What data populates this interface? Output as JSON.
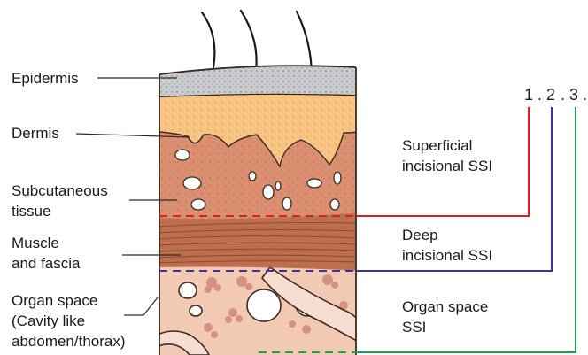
{
  "layer_labels": {
    "epidermis": "Epidermis",
    "dermis": "Dermis",
    "subcutaneous_1": "Subcutaneous",
    "subcutaneous_2": "tissue",
    "muscle_1": "Muscle",
    "muscle_2": "and fascia",
    "organ_1": "Organ space",
    "organ_2": "(Cavity like",
    "organ_3": "abdomen/thorax)"
  },
  "ssi_labels": {
    "superficial_1": "Superficial",
    "superficial_2": "incisional SSI",
    "deep_1": "Deep",
    "deep_2": "incisional SSI",
    "organ_1": "Organ space",
    "organ_2": "SSI"
  },
  "numbers": {
    "n1": "1",
    "d1": ".",
    "n2": "2",
    "d2": ".",
    "n3": "3",
    "d3": "."
  },
  "colors": {
    "superficial_line": "#e31c23",
    "deep_line": "#3b3494",
    "organ_line": "#1aa050",
    "epidermis": "#c9cbcd",
    "dermis": "#f6c584",
    "subcutaneous": "#da8f70",
    "muscle": "#bd6e4c",
    "organ": "#f2c9b3"
  }
}
